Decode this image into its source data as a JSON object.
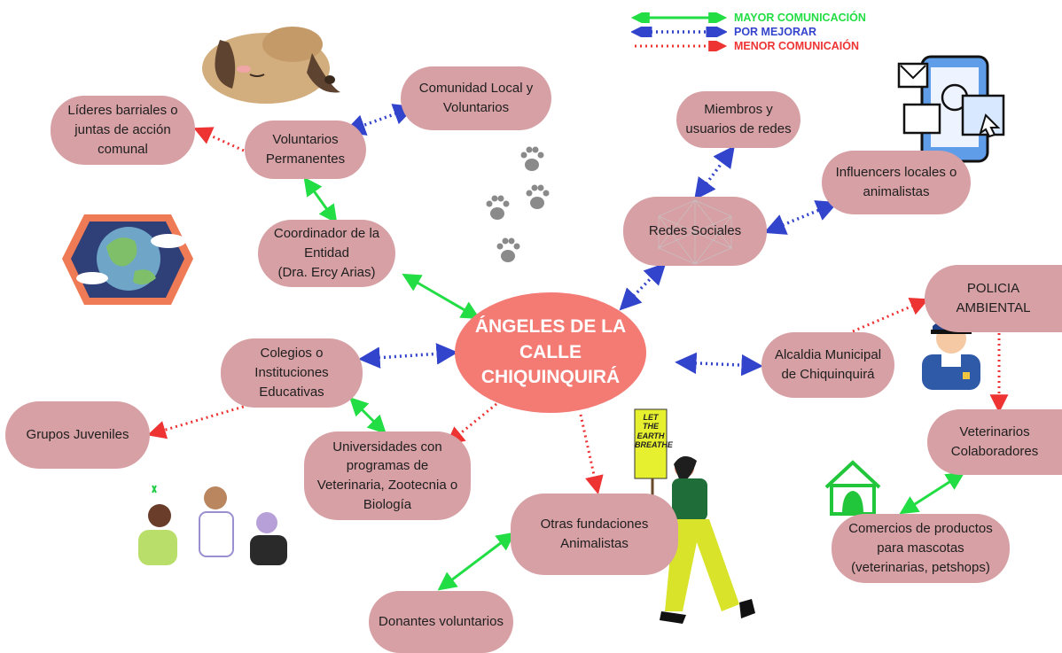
{
  "legend": [
    {
      "label": "MAYOR COMUNICACIÓN",
      "color": "#22dd44",
      "style": "solid"
    },
    {
      "label": "POR MEJORAR",
      "color": "#3344cc",
      "style": "dotted"
    },
    {
      "label": "MENOR COMUNICAIÓN",
      "color": "#ee3333",
      "style": "dotted"
    }
  ],
  "center": {
    "label": "ÁNGELES DE LA\nCALLE\nCHIQUINQUIRÁ",
    "color": "#f47a74"
  },
  "nodes": {
    "comunidad": "Comunidad Local y\nVoluntarios",
    "lideres": "Líderes barriales o\njuntas de acción\ncomunal",
    "voluntarios": "Voluntarios\nPermanentes",
    "coordinador": "Coordinador de la\nEntidad\n(Dra. Ercy Arias)",
    "colegios": "Colegios o\nInstituciones\nEducativas",
    "grupos": "Grupos Juveniles",
    "universidades": "Universidades con\nprogramas de\nVeterinaria, Zootecnia o\nBiología",
    "otras": "Otras fundaciones\nAnimalistas",
    "donantes": "Donantes voluntarios",
    "miembros": "Miembros y\nusuarios de redes",
    "influencers": "Influencers locales o\nanimalistas",
    "redes": "Redes Sociales",
    "policia": "POLICIA AMBIENTAL",
    "alcaldia": "Alcaldia Municipal\nde Chiquinquirá",
    "veterinarios": "Veterinarios\nColaboradores",
    "comercios": "Comercios de productos\npara mascotas\n(veterinarias, petshops)"
  },
  "sign_text": "LET\nTHE\nEARTH\nBREATHE",
  "colors": {
    "node": "#d7a0a5",
    "green": "#22dd44",
    "blue": "#3344cc",
    "red": "#ee3333"
  },
  "decorations": [
    "sleeping-dog-illustration",
    "paw-print-icon",
    "earth-sticker-icon",
    "app-devices-icon",
    "police-officer-illustration",
    "pet-house-icon",
    "team-people-illustration",
    "woman-with-sign-illustration"
  ]
}
